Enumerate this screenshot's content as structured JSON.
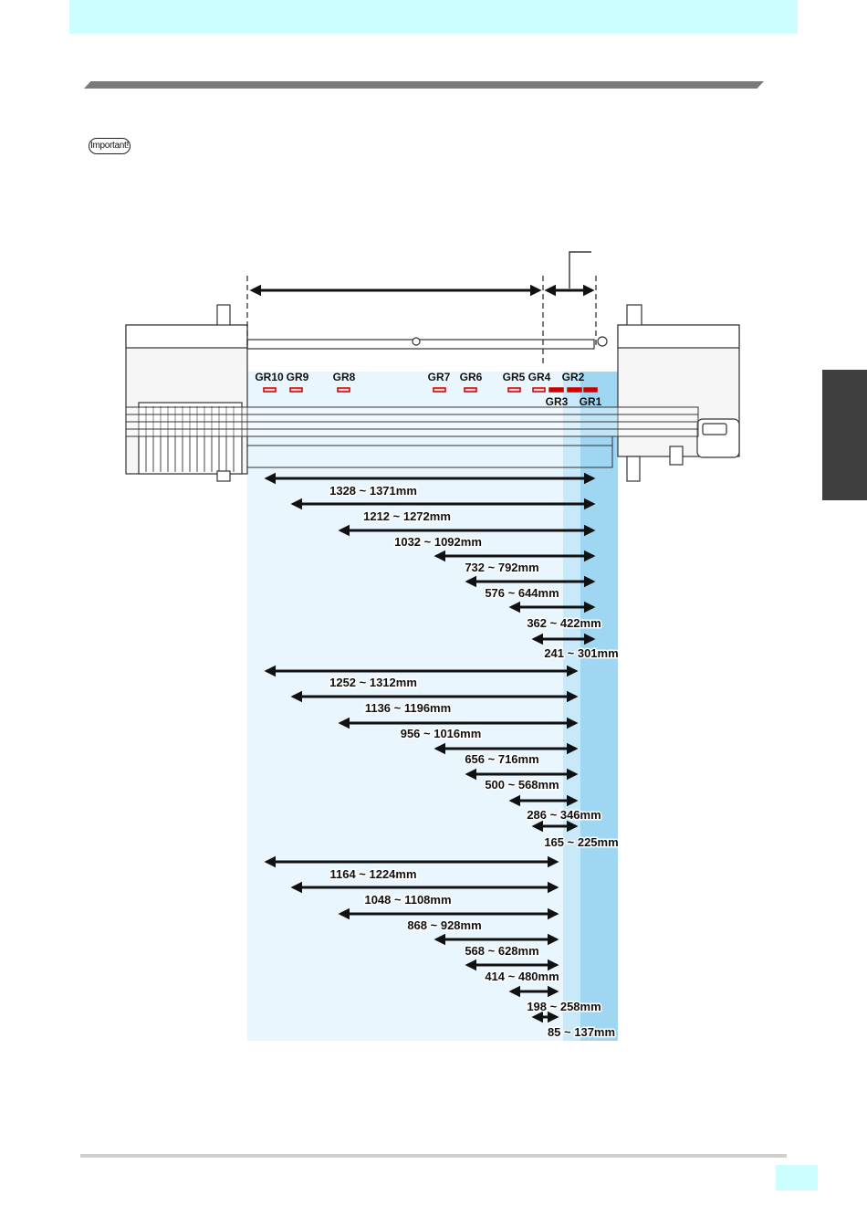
{
  "header": {
    "band_color": "#ccfdff"
  },
  "important_badge": {
    "label": "Important!"
  },
  "diagram": {
    "colors": {
      "light_blue": "#eaf6fd",
      "mid_blue": "#c8e9fa",
      "dark_blue": "#9fd7f3",
      "red_mark": "#cc0000",
      "arrow": "#111111"
    },
    "grippers": [
      {
        "id": "gr10",
        "label": "GR10",
        "filled": false
      },
      {
        "id": "gr9",
        "label": "GR9",
        "filled": false
      },
      {
        "id": "gr8",
        "label": "GR8",
        "filled": false
      },
      {
        "id": "gr7",
        "label": "GR7",
        "filled": false
      },
      {
        "id": "gr6",
        "label": "GR6",
        "filled": false
      },
      {
        "id": "gr5",
        "label": "GR5",
        "filled": false
      },
      {
        "id": "gr4",
        "label": "GR4",
        "filled": false
      },
      {
        "id": "gr3",
        "label": "GR3",
        "filled": true
      },
      {
        "id": "gr2",
        "label": "GR2",
        "filled": true
      },
      {
        "id": "gr1",
        "label": "GR1",
        "filled": true
      }
    ],
    "dimension_groups": [
      {
        "group": "to-gr1",
        "items": [
          {
            "id": "d1-1",
            "label": "1328 ~ 1371mm"
          },
          {
            "id": "d1-2",
            "label": "1212 ~ 1272mm"
          },
          {
            "id": "d1-3",
            "label": "1032 ~ 1092mm"
          },
          {
            "id": "d1-4",
            "label": "732 ~ 792mm"
          },
          {
            "id": "d1-5",
            "label": "576 ~ 644mm"
          },
          {
            "id": "d1-6",
            "label": "362 ~ 422mm"
          },
          {
            "id": "d1-7",
            "label": "241 ~ 301mm"
          }
        ]
      },
      {
        "group": "to-gr2",
        "items": [
          {
            "id": "d2-1",
            "label": "1252 ~ 1312mm"
          },
          {
            "id": "d2-2",
            "label": "1136 ~ 1196mm"
          },
          {
            "id": "d2-3",
            "label": "956 ~ 1016mm"
          },
          {
            "id": "d2-4",
            "label": "656 ~ 716mm"
          },
          {
            "id": "d2-5",
            "label": "500 ~ 568mm"
          },
          {
            "id": "d2-6",
            "label": "286 ~ 346mm"
          },
          {
            "id": "d2-7",
            "label": "165 ~ 225mm"
          }
        ]
      },
      {
        "group": "to-gr3",
        "items": [
          {
            "id": "d3-1",
            "label": "1164 ~ 1224mm"
          },
          {
            "id": "d3-2",
            "label": "1048 ~ 1108mm"
          },
          {
            "id": "d3-3",
            "label": "868 ~ 928mm"
          },
          {
            "id": "d3-4",
            "label": "568 ~ 628mm"
          },
          {
            "id": "d3-5",
            "label": "414 ~ 480mm"
          },
          {
            "id": "d3-6",
            "label": "198 ~ 258mm"
          },
          {
            "id": "d3-7",
            "label": "85 ~ 137mm"
          }
        ]
      }
    ]
  }
}
